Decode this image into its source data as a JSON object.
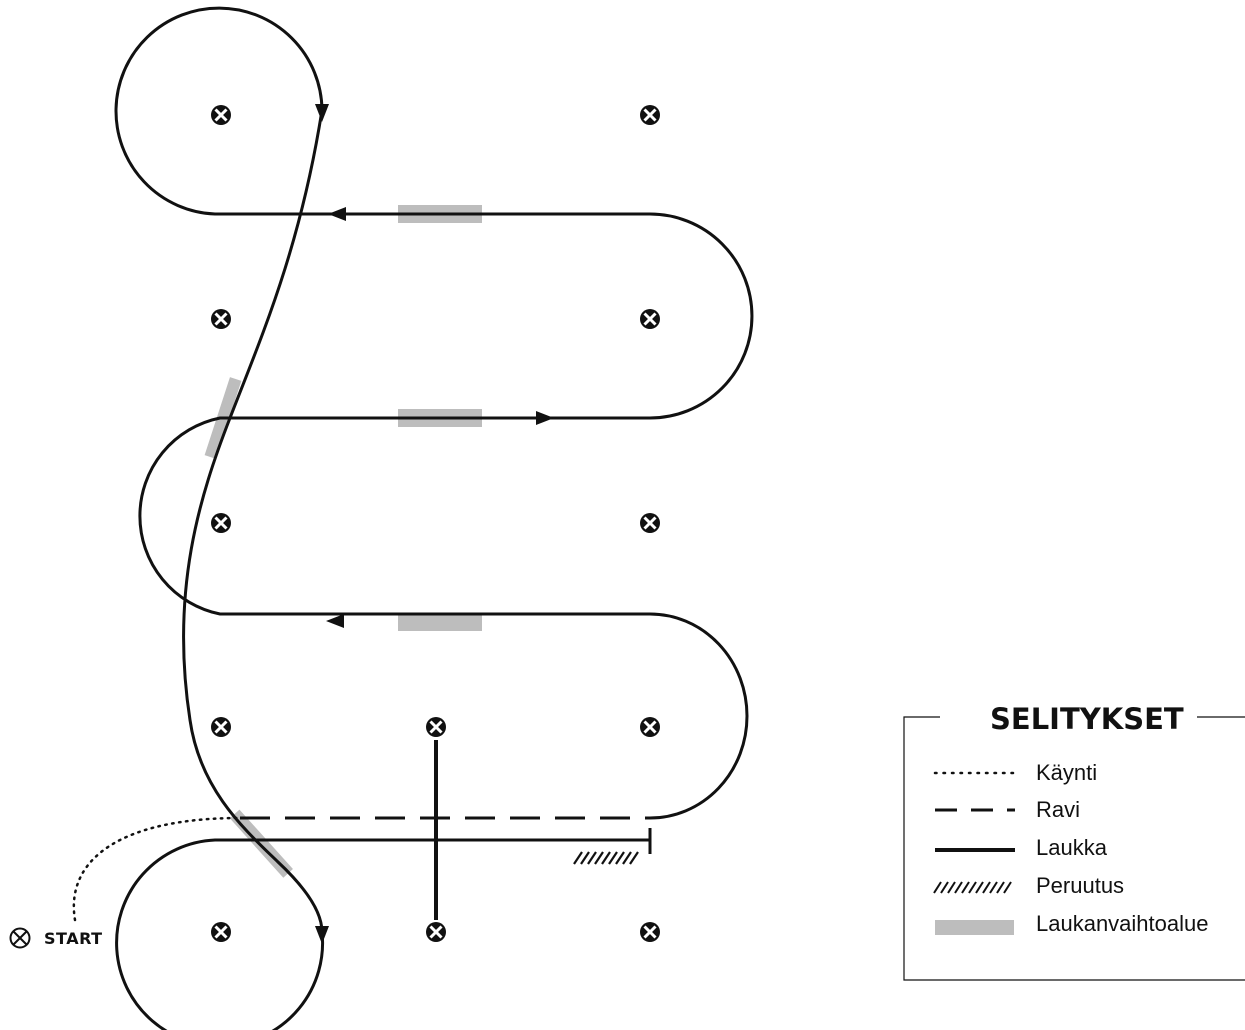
{
  "diagram": {
    "start_label": "START"
  },
  "legend": {
    "title": "SELITYKSET",
    "items": [
      {
        "key": "walk",
        "label": "Käynti"
      },
      {
        "key": "trot",
        "label": "Ravi"
      },
      {
        "key": "canter",
        "label": "Laukka"
      },
      {
        "key": "backup",
        "label": "Peruutus"
      },
      {
        "key": "lead-change",
        "label": "Laukanvaihtoalue"
      }
    ]
  },
  "colors": {
    "line": "#111111",
    "lead_change_zone": "#bdbdbd"
  }
}
